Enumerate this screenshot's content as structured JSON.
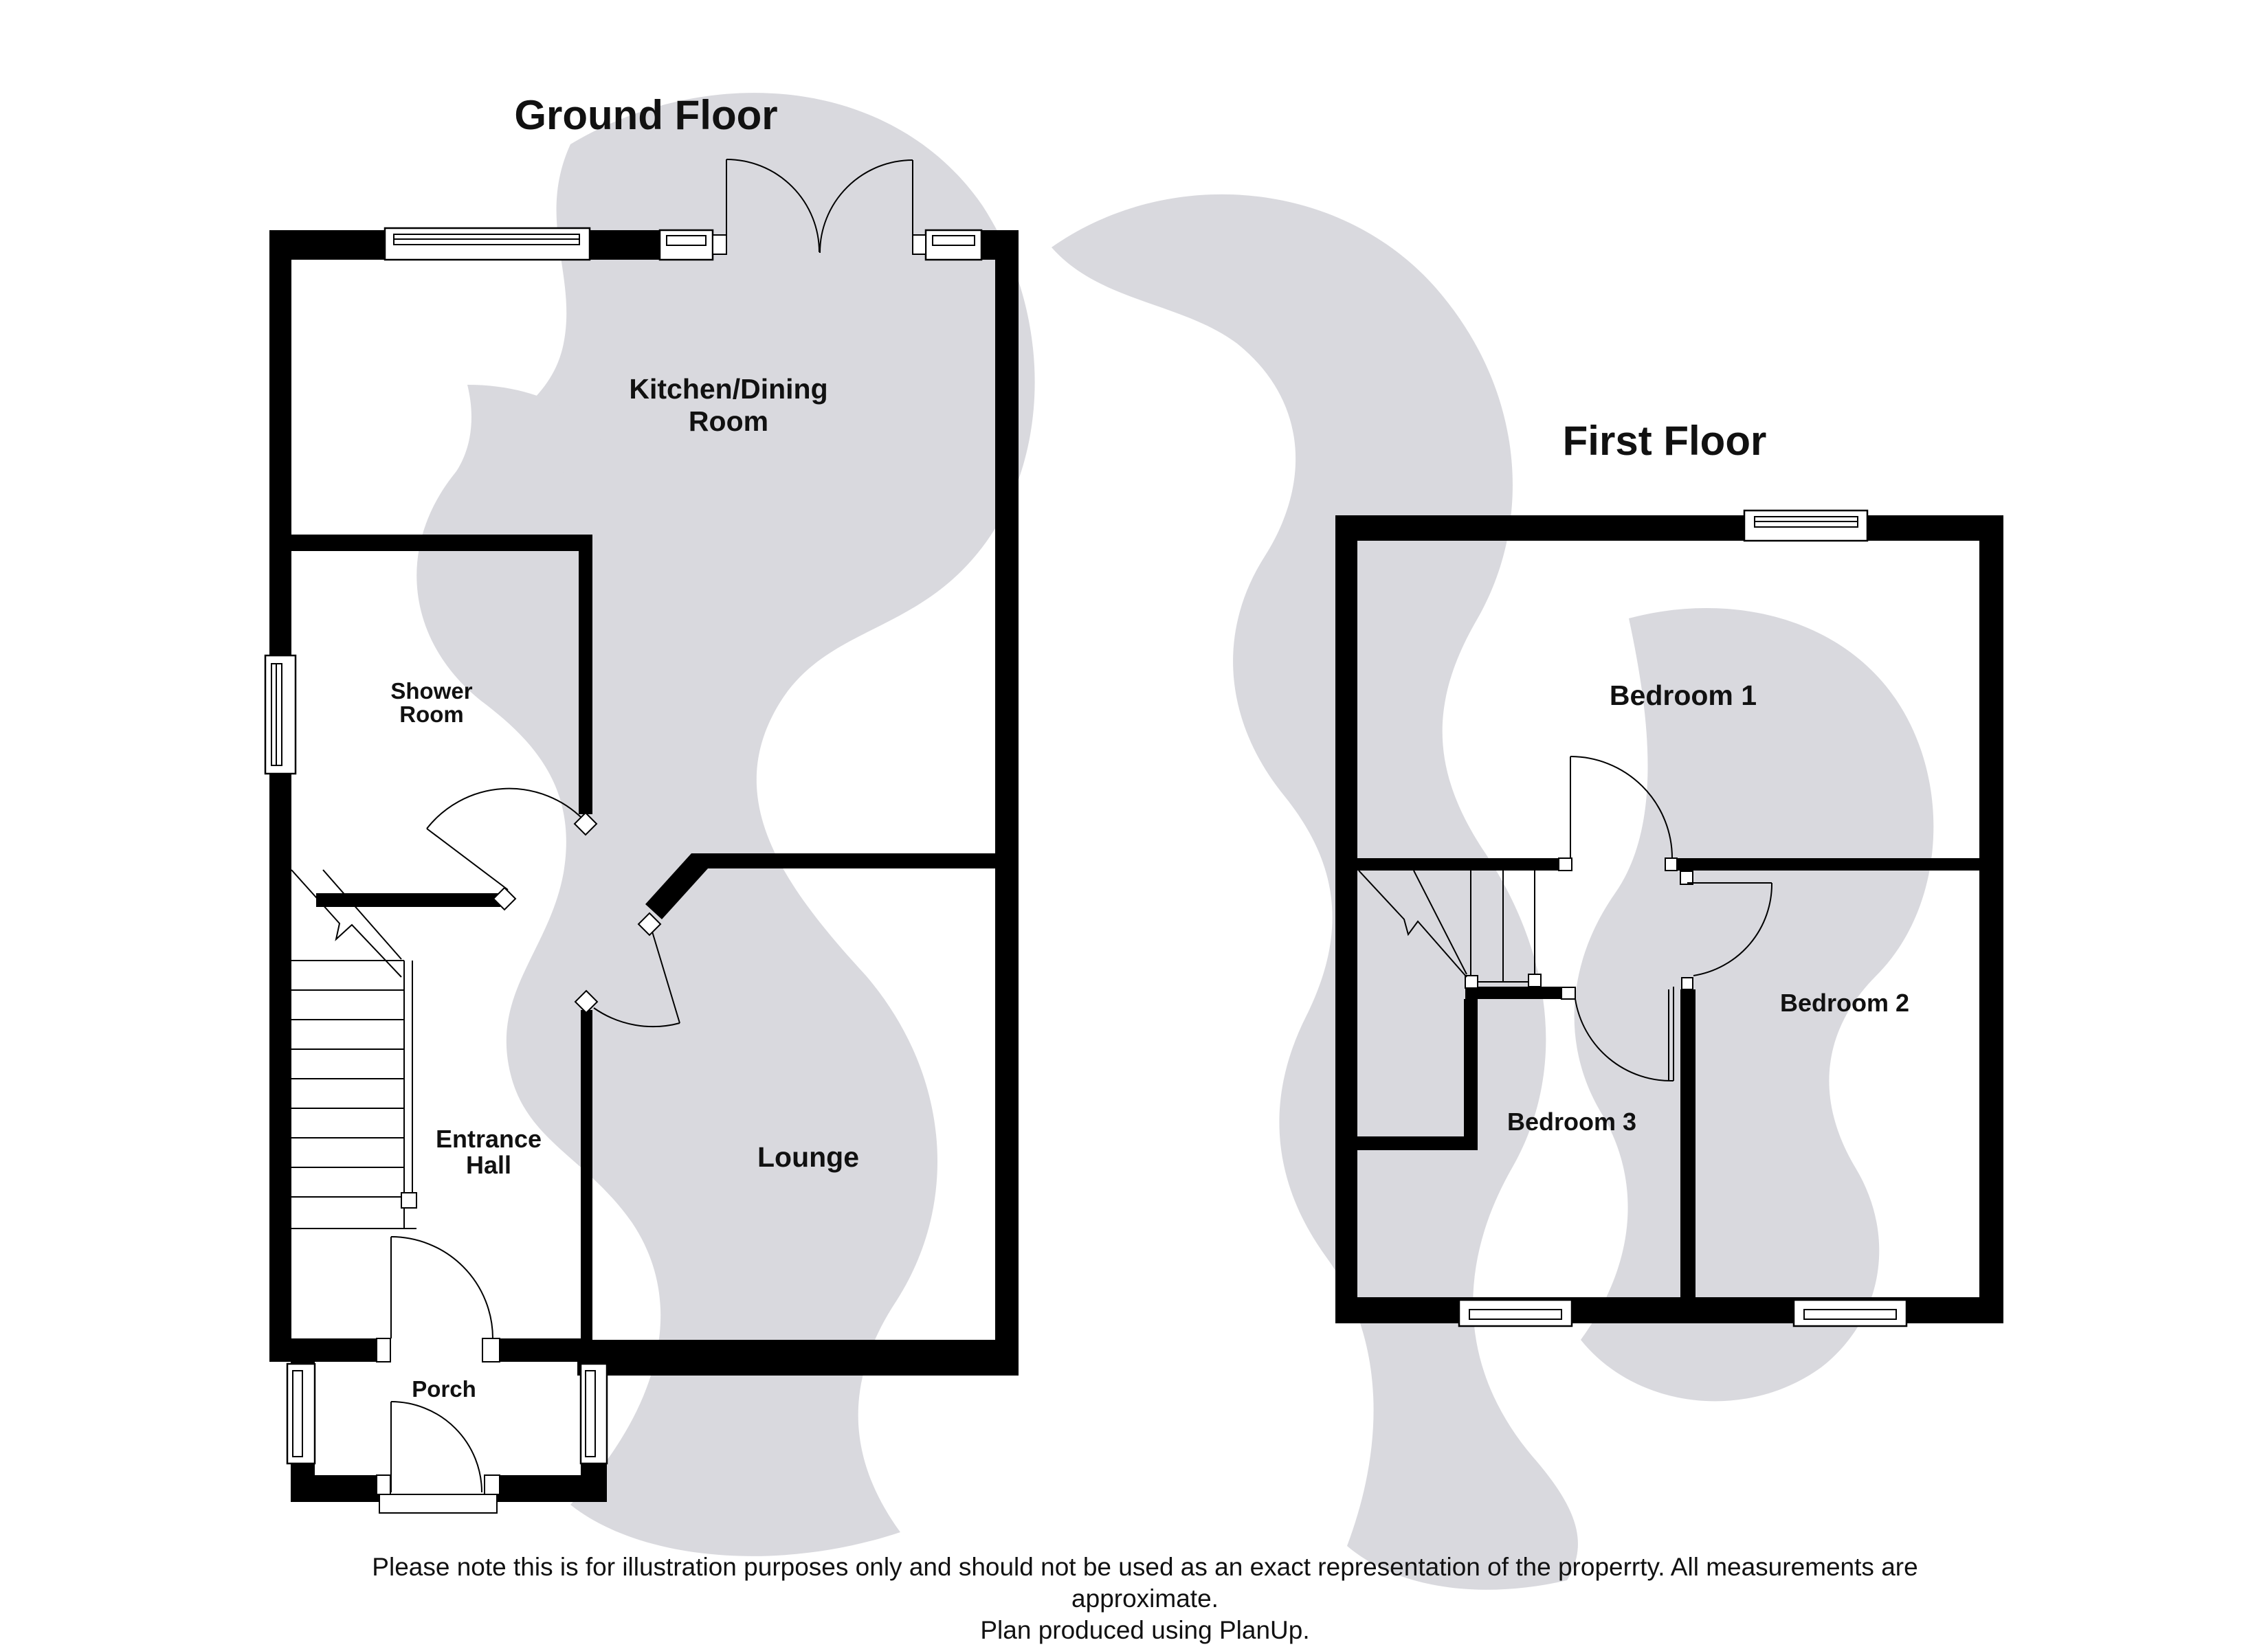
{
  "page": {
    "background_color": "#ffffff",
    "wall_color": "#000000",
    "watermark_color": "#d9d9de",
    "text_color": "#111111"
  },
  "ground_floor": {
    "title": "Ground Floor",
    "rooms": {
      "kitchen_line1": "Kitchen/Dining",
      "kitchen_line2": "Room",
      "shower_line1": "Shower",
      "shower_line2": "Room",
      "entrance_line1": "Entrance",
      "entrance_line2": "Hall",
      "lounge": "Lounge",
      "porch": "Porch"
    }
  },
  "first_floor": {
    "title": "First Floor",
    "rooms": {
      "bedroom1": "Bedroom 1",
      "bedroom2": "Bedroom 2",
      "bedroom3": "Bedroom 3"
    }
  },
  "footer": {
    "line1": "Please note this is for illustration purposes only and should not be used as an exact representation of the properrty. All measurements are",
    "line2": "approximate.",
    "line3": "Plan produced using PlanUp."
  }
}
